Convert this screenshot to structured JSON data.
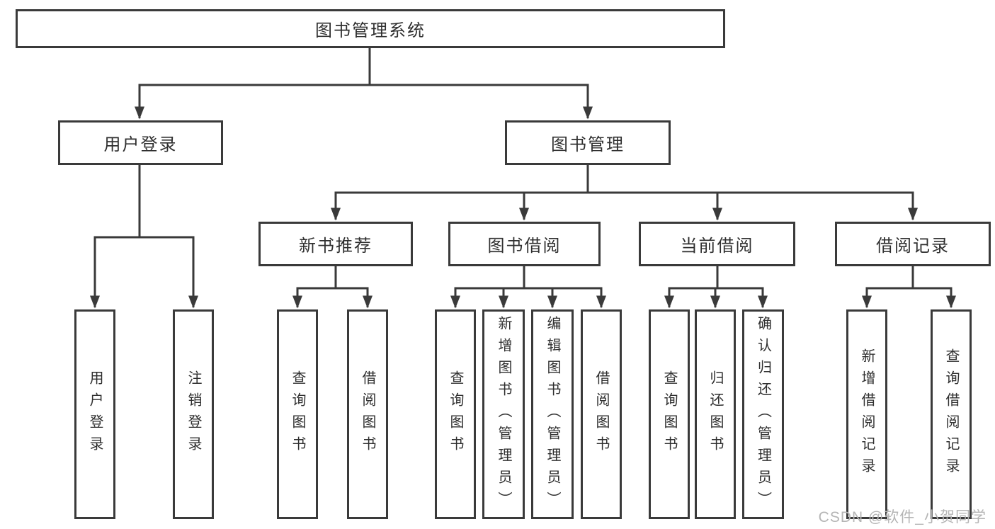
{
  "diagram_type": "hierarchy-tree",
  "title": "图书管理系统",
  "tree": {
    "label": "图书管理系统",
    "children": [
      {
        "label": "用户登录",
        "children": [
          {
            "label": "用户登录"
          },
          {
            "label": "注销登录"
          }
        ]
      },
      {
        "label": "图书管理",
        "children": [
          {
            "label": "新书推荐",
            "children": [
              {
                "label": "查询图书"
              },
              {
                "label": "借阅图书"
              }
            ]
          },
          {
            "label": "图书借阅",
            "children": [
              {
                "label": "查询图书"
              },
              {
                "label": "新增图书（管理员）"
              },
              {
                "label": "编辑图书（管理员）"
              },
              {
                "label": "借阅图书"
              }
            ]
          },
          {
            "label": "当前借阅",
            "children": [
              {
                "label": "查询图书"
              },
              {
                "label": "归还图书"
              },
              {
                "label": "确认归还（管理员）"
              }
            ]
          },
          {
            "label": "借阅记录",
            "children": [
              {
                "label": "新增借阅记录"
              },
              {
                "label": "查询借阅记录"
              }
            ]
          }
        ]
      }
    ]
  },
  "watermark": {
    "text": "CSDN @软件_小贺同学"
  },
  "colors": {
    "line": "#3a3a3a",
    "box_border": "#3a3a3a",
    "box_fill": "#ffffff",
    "text": "#2f2f2f",
    "watermark": "#b5b5b5",
    "background": "#ffffff"
  }
}
